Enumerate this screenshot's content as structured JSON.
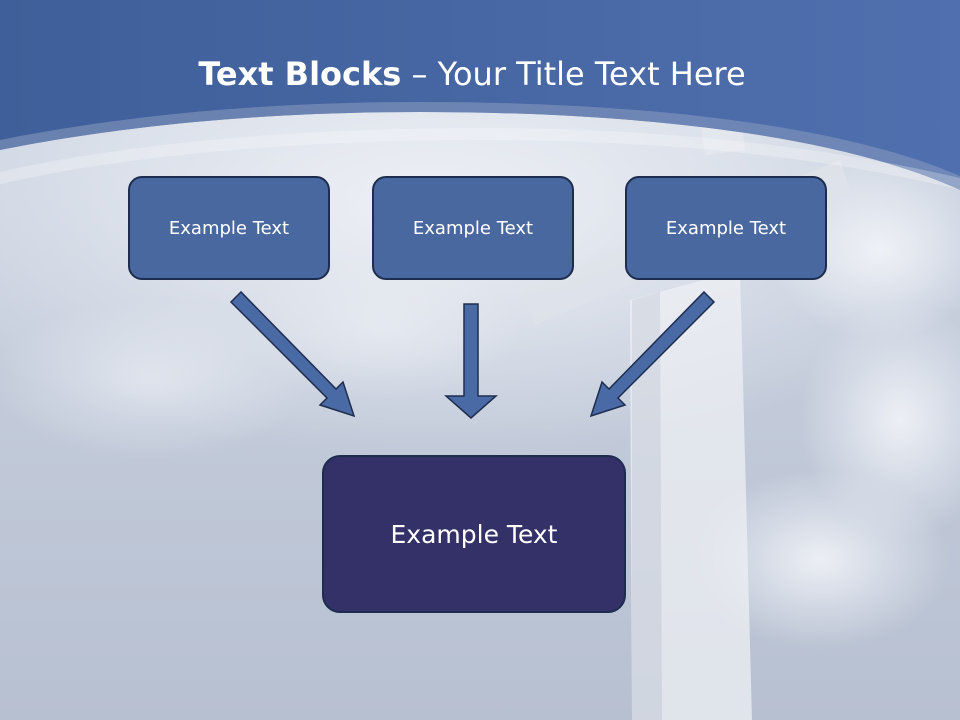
{
  "slide": {
    "title_bold": "Text Blocks",
    "title_dash": " – ",
    "title_rest": "Your Title Text Here"
  },
  "blocks": {
    "top": [
      "Example Text",
      "Example Text",
      "Example Text"
    ],
    "bottom": "Example Text"
  },
  "colors": {
    "header_blue": "#4a6aa6",
    "box_blue": "#4a68a0",
    "box_dark": "#343168",
    "arrow_blue": "#4a6aa6",
    "outline": "#1e2d4f"
  }
}
